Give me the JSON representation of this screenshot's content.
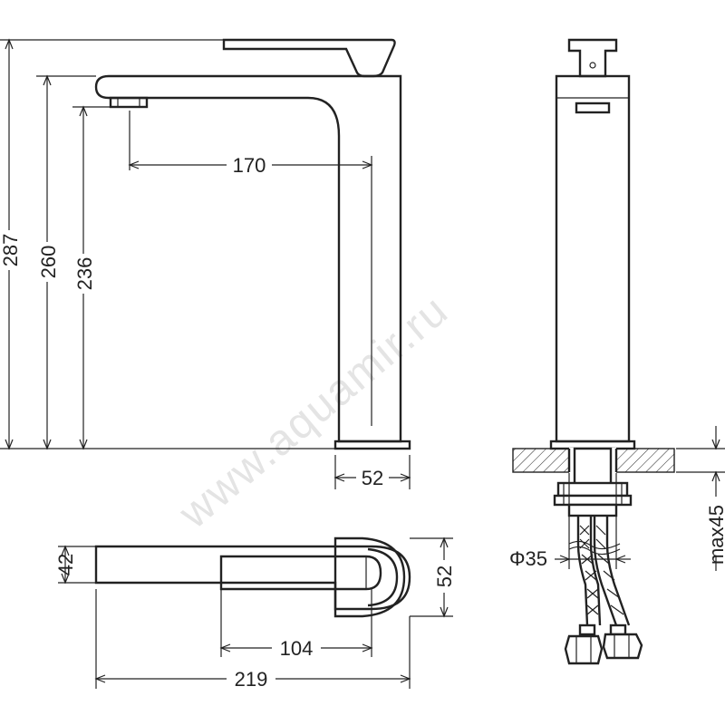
{
  "watermark": "www.aquamir.ru",
  "dimensions": {
    "total_height": "287",
    "spout_height": "260",
    "outlet_height": "236",
    "spout_reach": "170",
    "base_width": "52",
    "top_depth": "42",
    "top_width": "52",
    "handle_length": "104",
    "total_length": "219",
    "hole_diameter": "Φ35",
    "max_deck": "max45"
  }
}
